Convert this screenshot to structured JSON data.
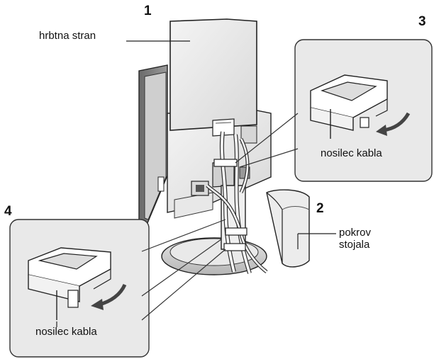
{
  "numbers": {
    "n1": "1",
    "n2": "2",
    "n3": "3",
    "n4": "4"
  },
  "labels": {
    "back_side": "hrbtna stran",
    "cable_holder_top": "nosilec kabla",
    "cable_holder_bottom": "nosilec kabla",
    "stand_cover_line1": "pokrov",
    "stand_cover_line2": "stojala"
  },
  "icons": {
    "arrow_top": "curved-arrow-icon",
    "arrow_bottom": "curved-arrow-icon"
  }
}
